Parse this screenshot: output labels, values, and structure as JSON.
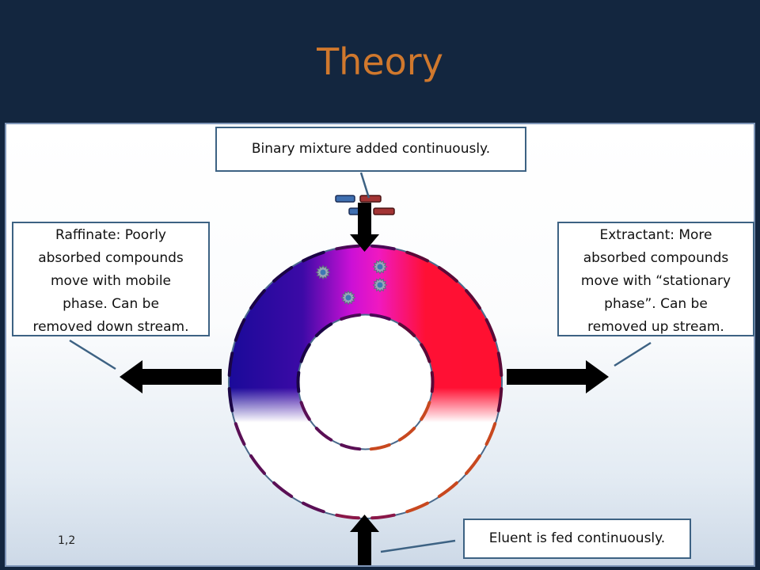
{
  "slide": {
    "title": "Theory",
    "footnote": "1,2"
  },
  "callouts": {
    "top": "Binary mixture added continuously.",
    "left_lines": [
      "Raffinate: Poorly",
      "absorbed compounds",
      "move with mobile",
      "phase. Can be",
      "removed down stream."
    ],
    "right_lines": [
      "Extractant: More",
      "absorbed compounds",
      "move with “stationary",
      "phase”. Can be",
      "removed up stream."
    ],
    "bottom": "Eluent is fed continuously."
  },
  "colors": {
    "title": "#d0782d",
    "background": "#13263f",
    "blue_compound": "#1a0a99",
    "magenta_zone": "#ee11cc",
    "red_compound": "#ff1030",
    "callout_border": "#3d6283"
  },
  "icons": [
    "arrow-down-icon",
    "arrow-up-icon",
    "arrow-left-icon",
    "arrow-right-icon",
    "particle-icon",
    "compound-block-icon"
  ]
}
